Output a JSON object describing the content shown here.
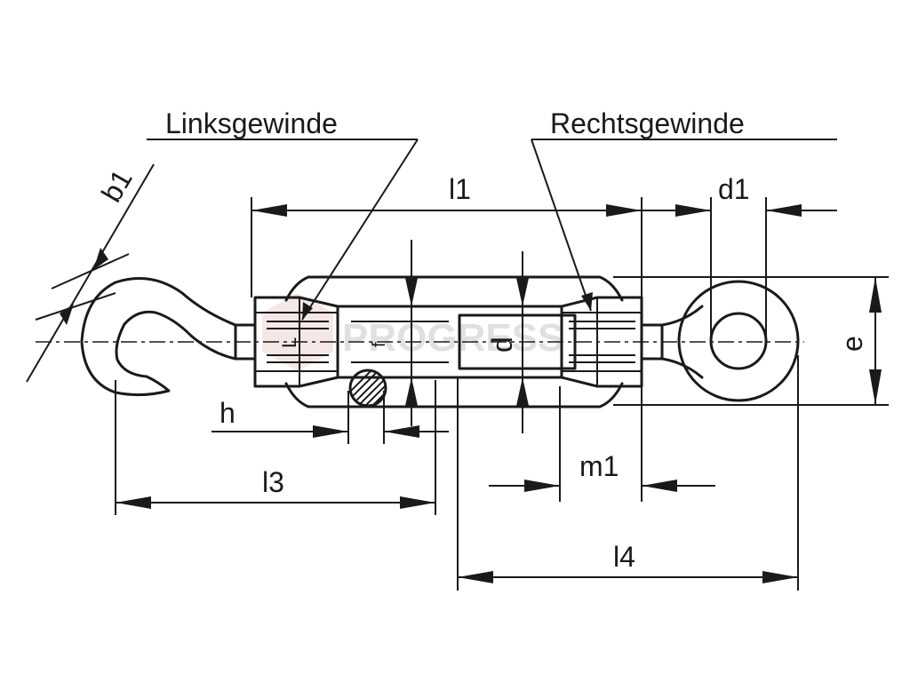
{
  "labels": {
    "left_thread": "Linksgewinde",
    "right_thread": "Rechtsgewinde",
    "l1": "l1",
    "d1": "d1",
    "b1": "b1",
    "e": "e",
    "d": "d",
    "f": "f",
    "L": "L",
    "h": "h",
    "l3": "l3",
    "m1": "m1",
    "l4": "l4"
  },
  "watermark": "PROGRESS"
}
